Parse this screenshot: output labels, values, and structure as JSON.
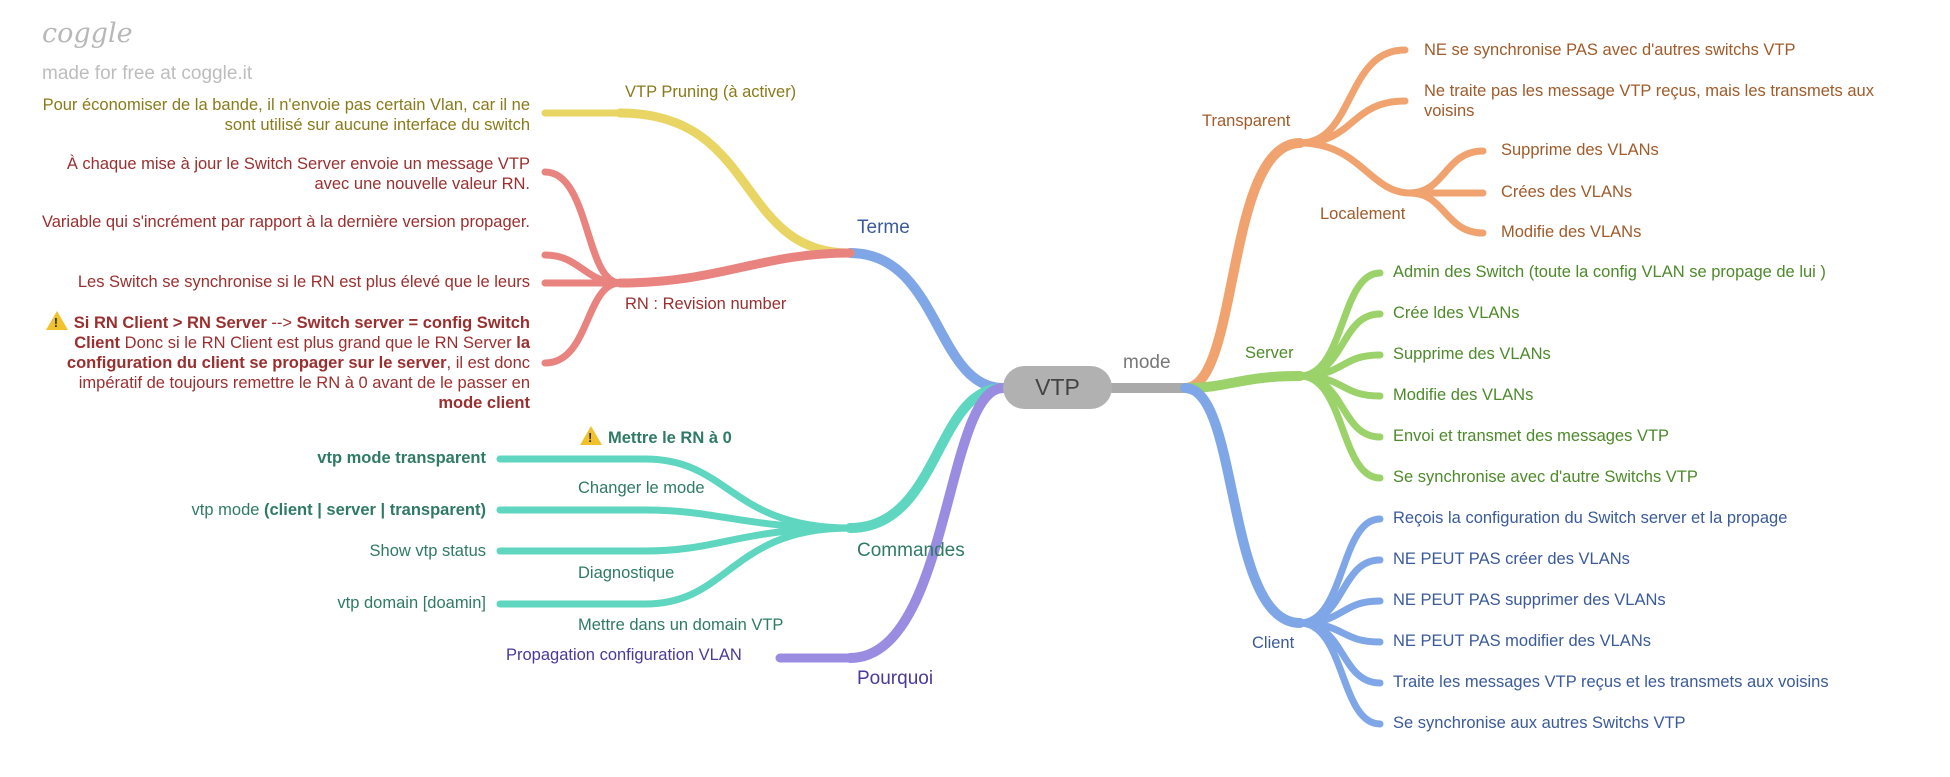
{
  "brand": {
    "logo": "coggle",
    "tagline": "made for free at coggle.it"
  },
  "center": "VTP",
  "colors": {
    "mode": "#aaaaaa",
    "transparent": "#f0a36e",
    "server": "#9bd26a",
    "client": "#7fa6e6",
    "terme": "#7fa6e6",
    "pruning": "#e9d563",
    "rn": "#e8837f",
    "commandes": "#5fd6bf",
    "pourquoi": "#9a8ce0",
    "text_transparent": "#a05b2a",
    "text_server": "#4d8a2a",
    "text_client": "#3a5a9a",
    "text_pruning": "#8a7a1a",
    "text_rn": "#9b2f2f",
    "text_commandes": "#2f7a66",
    "text_pourquoi": "#4a3a9a",
    "text_terme": "#3a5a9a"
  },
  "right": {
    "mode_label": "mode",
    "transparent": {
      "label": "Transparent",
      "items": [
        "NE se synchronise PAS avec d'autres switchs VTP",
        "Ne traite pas les message VTP reçus, mais les transmets aux voisins"
      ],
      "localement": {
        "label": "Localement",
        "items": [
          "Supprime des VLANs",
          "Crées des VLANs",
          "Modifie des VLANs"
        ]
      }
    },
    "server": {
      "label": "Server",
      "items": [
        "Admin des Switch (toute la config VLAN se propage de lui )",
        "Crée ldes VLANs",
        "Supprime des VLANs",
        "Modifie des VLANs",
        "Envoi et transmet des messages VTP",
        "Se synchronise avec d'autre Switchs VTP"
      ]
    },
    "client": {
      "label": "Client",
      "items": [
        "Reçois la configuration du Switch server et la propage",
        "NE PEUT PAS créer des VLANs",
        "NE PEUT PAS supprimer des VLANs",
        "NE PEUT PAS modifier des VLANs",
        "Traite les messages VTP reçus et les transmets aux voisins",
        "Se synchronise aux autres Switchs VTP"
      ]
    }
  },
  "left": {
    "terme": {
      "label": "Terme",
      "pruning": {
        "label": "VTP Pruning (à activer)",
        "text": "Pour économiser de la bande, il n'envoie pas certain Vlan, car il ne sont utilisé sur aucune interface du switch"
      },
      "rn": {
        "label": "RN : Revision number",
        "items": [
          "À chaque mise à jour le Switch Server envoie un message VTP avec une nouvelle valeur RN.",
          "Variable qui s'incrément par rapport à la dernière version propager.",
          "Les Switch se synchronise si le RN est plus élevé que le leurs"
        ],
        "warning": {
          "p1": "Si RN Client > RN Server",
          "p2": " --> ",
          "p3": "Switch server = config Switch Client",
          "p4": " Donc si le RN Client est plus grand que le RN Server ",
          "p5": "la configuration du client se propager sur le server",
          "p6": ", il est donc impératif de toujours remettre le RN à 0 avant de le passer en ",
          "p7": "mode client"
        }
      }
    },
    "commandes": {
      "label": "Commandes",
      "changer": {
        "label": "Changer le mode",
        "warn_label": "Mettre le RN à 0",
        "cmd1": "vtp mode transparent",
        "cmd2_prefix": "vtp mode ",
        "cmd2_bold": "(client | server | transparent)"
      },
      "diagnostique": {
        "label": "Diagnostique",
        "cmd": "Show vtp status"
      },
      "domain": {
        "label": "Mettre dans un domain VTP",
        "cmd": "vtp domain [doamin]"
      }
    },
    "pourquoi": {
      "label": "Pourquoi",
      "text": "Propagation configuration VLAN"
    }
  }
}
